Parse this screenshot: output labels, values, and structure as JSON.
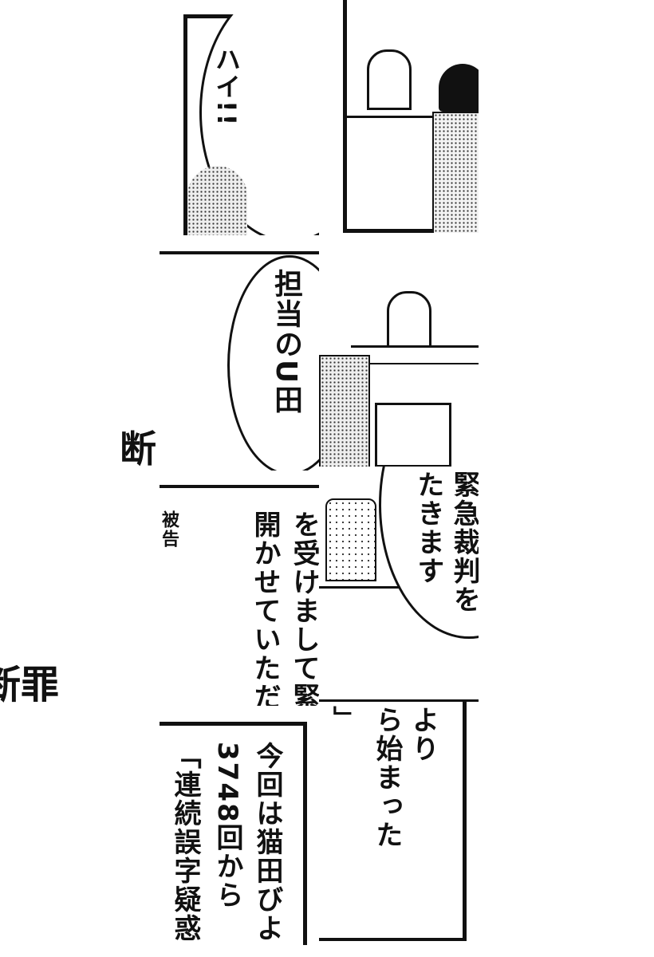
{
  "panels": {
    "hai": {
      "text": "ハイ!!"
    },
    "tantou": {
      "text": "担当のU田"
    },
    "danzai_top": {
      "text": "断"
    },
    "danzai_left": {
      "text": "断罪"
    },
    "hikoku": {
      "text": "被告"
    },
    "ukemashite": {
      "line1": "を受けまして緊",
      "line2": "開かせていただ"
    },
    "kinkyu": {
      "line1": "緊急裁判を",
      "line2": "たきます"
    },
    "konkai": {
      "line1": "今回は猫田びよ",
      "line2": "3748回から",
      "line3": "「連続誤字疑惑"
    },
    "hajimatta": {
      "line1": "より",
      "line2": "ら始まった",
      "bracket": "」"
    }
  }
}
